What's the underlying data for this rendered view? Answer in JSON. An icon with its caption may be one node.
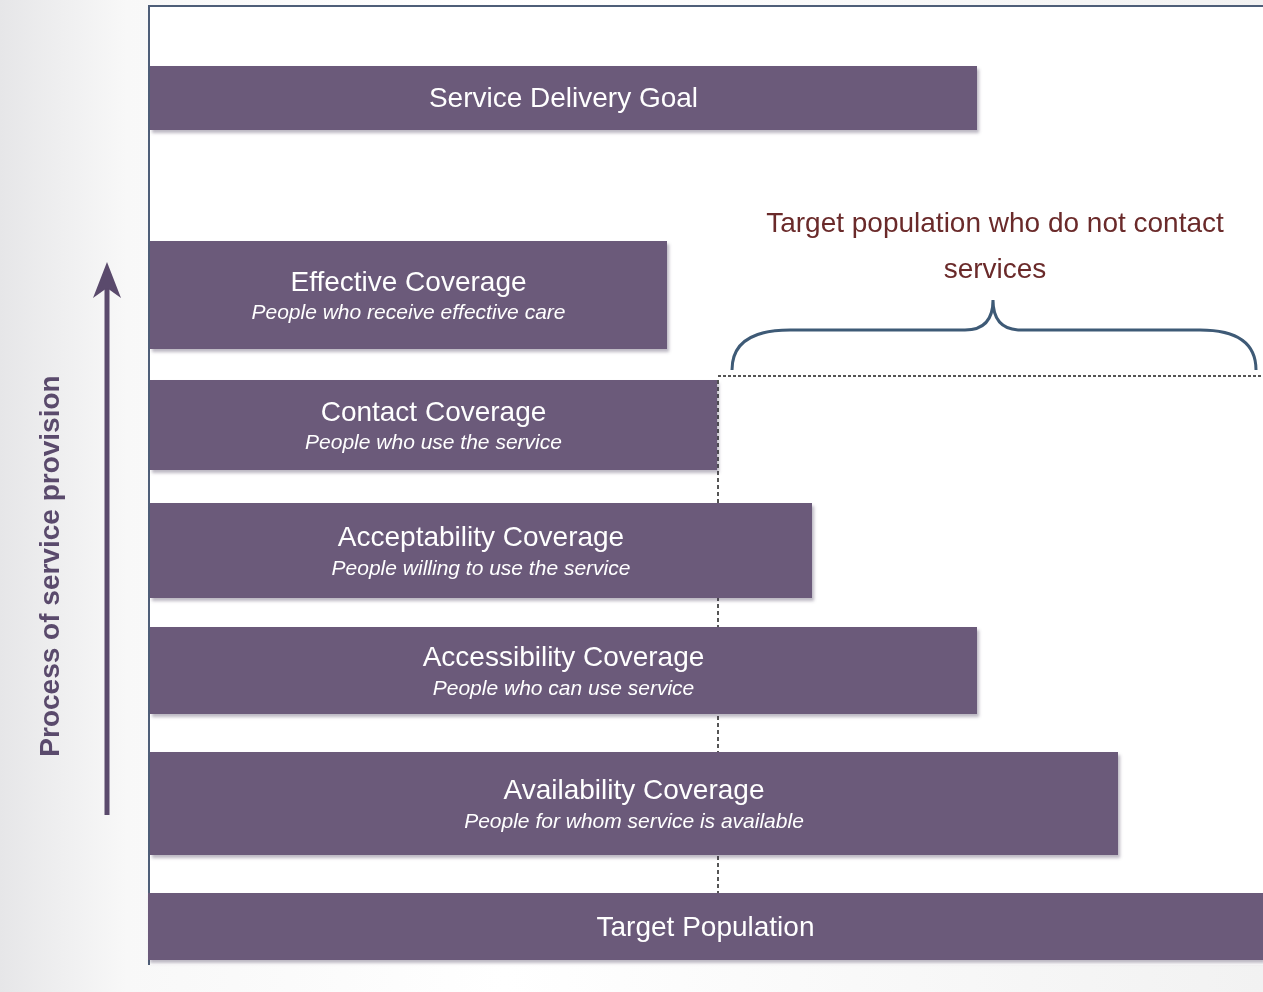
{
  "diagram": {
    "nodes": [
      {
        "text": [
          "Service Delivery Goal"
        ]
      },
      {
        "text": [
          "Effective Coverage",
          "People who receive effective care"
        ]
      },
      {
        "text": [
          "Contact Coverage",
          "People who use the service"
        ]
      },
      {
        "text": [
          "Acceptability Coverage",
          "People willing to use the service"
        ]
      },
      {
        "text": [
          "Accessibility Coverage",
          "People who can use service"
        ]
      },
      {
        "text": [
          "Availability Coverage",
          "People for whom service is available"
        ]
      },
      {
        "text": [
          "Target Population"
        ]
      }
    ],
    "labels": [
      "Target population who do not contact services",
      "Process of service provision"
    ]
  }
}
